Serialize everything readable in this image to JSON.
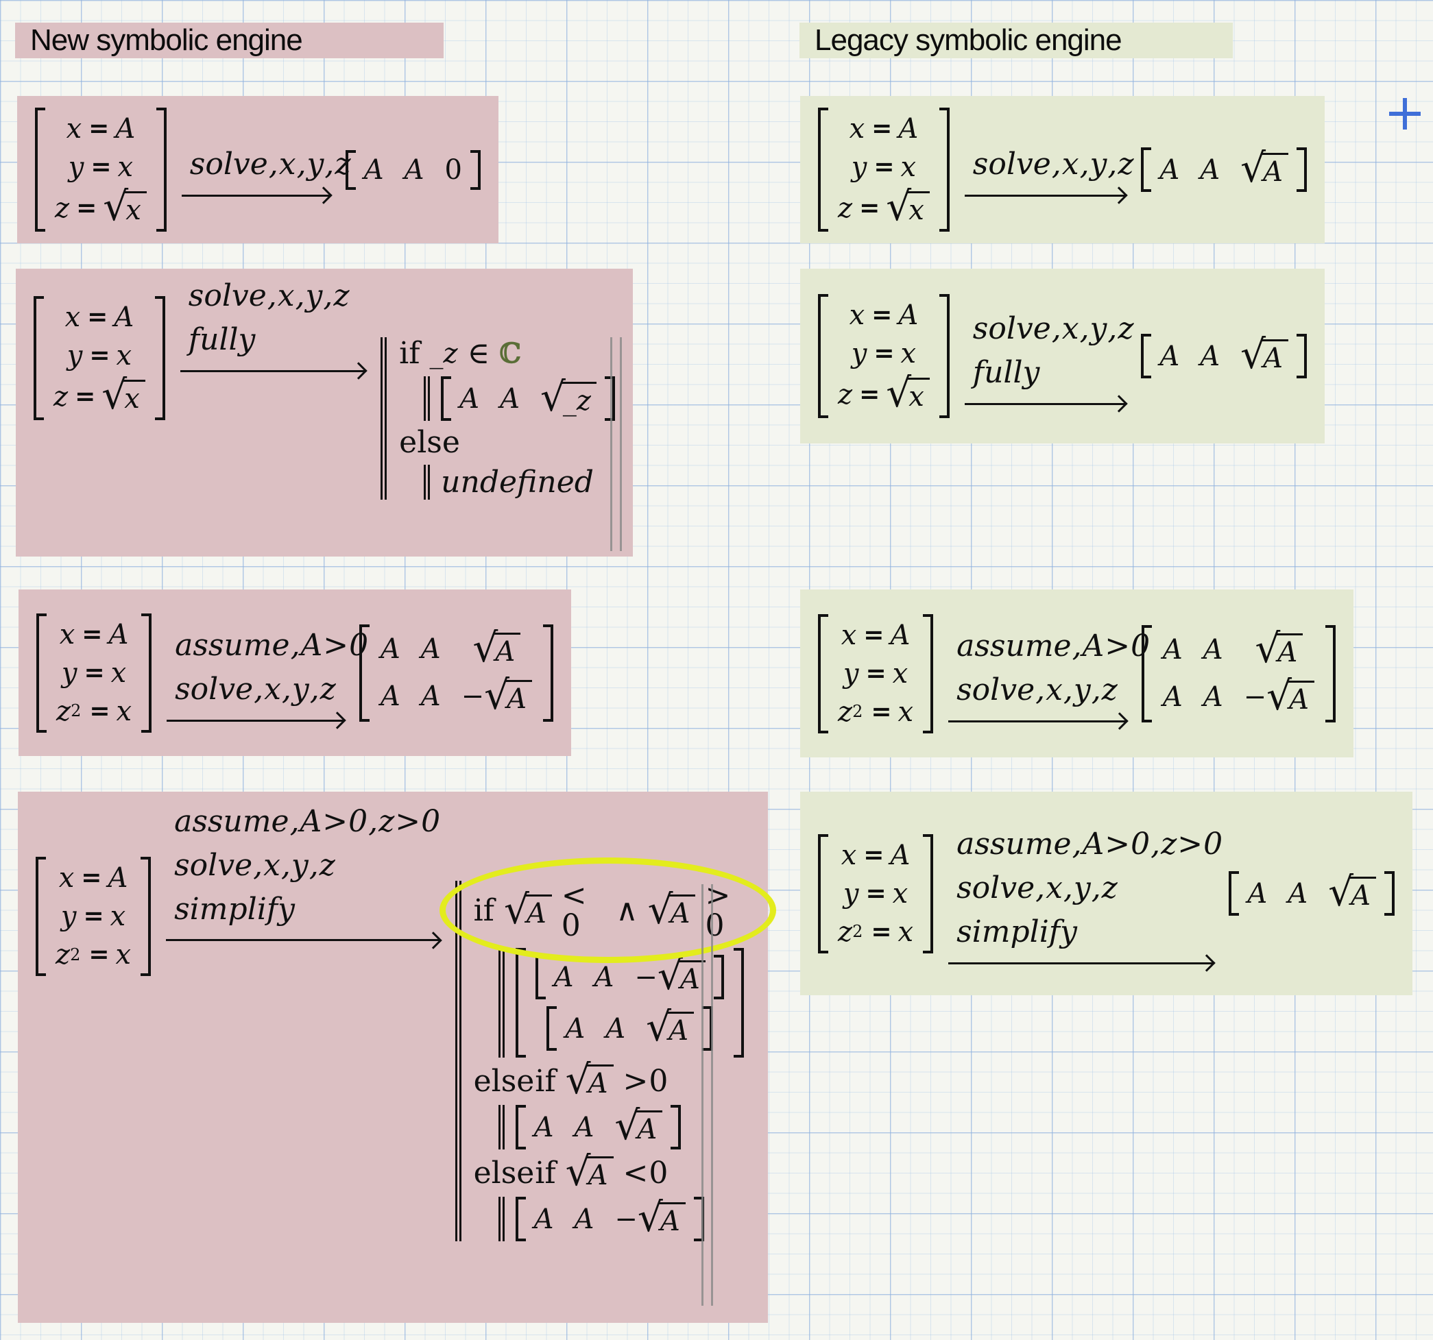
{
  "titles": {
    "left": "New symbolic engine",
    "right": "Legacy symbolic engine"
  },
  "cursor": {
    "glyph": "+"
  },
  "colors": {
    "region_pink": "#dcc0c3",
    "region_green": "#e4e9d2",
    "paper": "#f5f6f1",
    "grid_blue": "#bcd4ee",
    "ink": "#101010",
    "complex_set_olive": "#5a6e37",
    "highlight_ellipse_yellow": "#e3ec1d",
    "edit_bars_gray": "#878787",
    "cursor_blue": "#3f6fd8"
  },
  "labels": {
    "solve": "solve , x , y , z",
    "fully": "fully",
    "assume_A": "assume , A > 0",
    "assume_Az": "assume , A > 0 , z > 0",
    "simplify": "simplify"
  },
  "tok": {
    "x": "x",
    "y": "y",
    "z": "z",
    "A": "A",
    "zero": "0",
    "two": "2",
    "uz": "_z",
    "eq": "=",
    "root": "√",
    "minus": "−",
    "wedge": "∧",
    "in": "∈",
    "Cset": "ℂ",
    "lt0": "< 0",
    "gt0": "> 0",
    "kw_if": "if",
    "kw_else": "else",
    "kw_elseif": "else if",
    "undefined": "undefined"
  }
}
